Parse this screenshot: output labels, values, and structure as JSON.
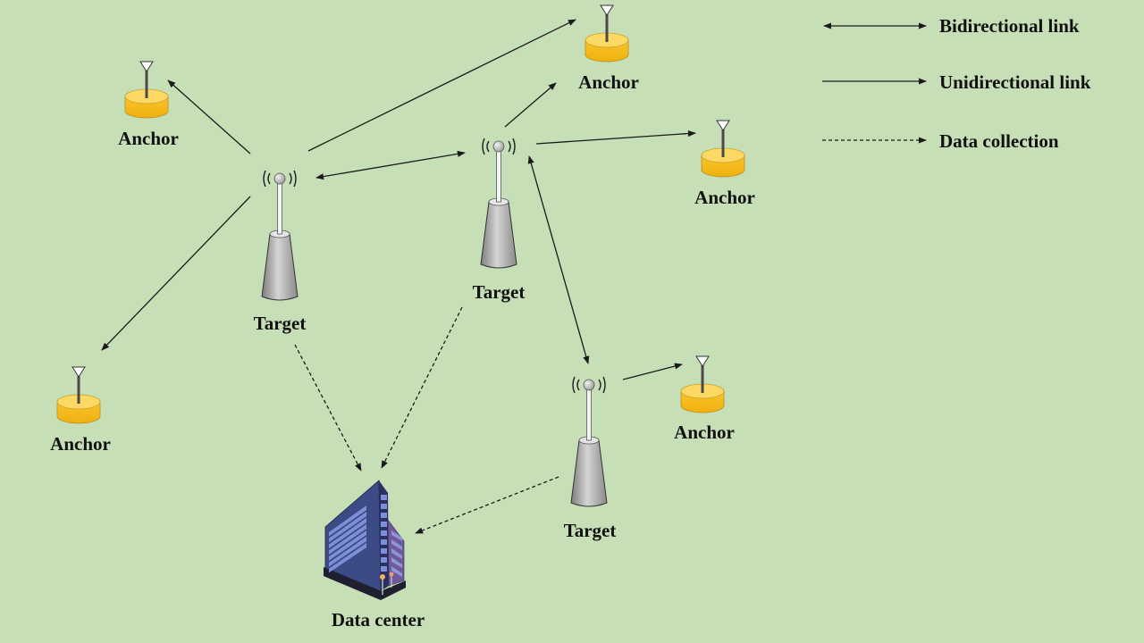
{
  "colors": {
    "background": "#c6dfb6",
    "line": "#1a1a1a",
    "anchor_fill": "#f7c21c",
    "anchor_top": "#fbd964",
    "target_body": "#a8a8a8",
    "building_front": "#3c4a86",
    "building_window": "#7d8fd6",
    "building_side": "#6e5a9a"
  },
  "legend": [
    {
      "type": "bidirectional",
      "label": "Bidirectional link"
    },
    {
      "type": "unidirectional",
      "label": "Unidirectional link"
    },
    {
      "type": "data",
      "label": "Data collection"
    }
  ],
  "nodes": {
    "anchor1": {
      "kind": "anchor",
      "label": "Anchor",
      "icon": "anchor-node-icon"
    },
    "anchor2": {
      "kind": "anchor",
      "label": "Anchor",
      "icon": "anchor-node-icon"
    },
    "anchor3": {
      "kind": "anchor",
      "label": "Anchor",
      "icon": "anchor-node-icon"
    },
    "anchor4": {
      "kind": "anchor",
      "label": "Anchor",
      "icon": "anchor-node-icon"
    },
    "anchor5": {
      "kind": "anchor",
      "label": "Anchor",
      "icon": "anchor-node-icon"
    },
    "target1": {
      "kind": "target",
      "label": "Target",
      "icon": "target-tower-icon"
    },
    "target2": {
      "kind": "target",
      "label": "Target",
      "icon": "target-tower-icon"
    },
    "target3": {
      "kind": "target",
      "label": "Target",
      "icon": "target-tower-icon"
    },
    "datacenter": {
      "kind": "datacenter",
      "label": "Data center",
      "icon": "building-icon"
    }
  },
  "edges": [
    {
      "from": "target1",
      "to": "anchor1",
      "type": "unidirectional"
    },
    {
      "from": "target1",
      "to": "anchor2",
      "type": "unidirectional"
    },
    {
      "from": "target1",
      "to": "anchor4",
      "type": "unidirectional"
    },
    {
      "from": "target1",
      "to": "target2",
      "type": "bidirectional"
    },
    {
      "from": "target2",
      "to": "anchor2",
      "type": "unidirectional"
    },
    {
      "from": "target2",
      "to": "anchor3",
      "type": "unidirectional"
    },
    {
      "from": "target2",
      "to": "target3",
      "type": "bidirectional"
    },
    {
      "from": "target3",
      "to": "anchor5",
      "type": "unidirectional"
    },
    {
      "from": "target1",
      "to": "datacenter",
      "type": "data"
    },
    {
      "from": "target2",
      "to": "datacenter",
      "type": "data"
    },
    {
      "from": "target3",
      "to": "datacenter",
      "type": "data"
    }
  ]
}
